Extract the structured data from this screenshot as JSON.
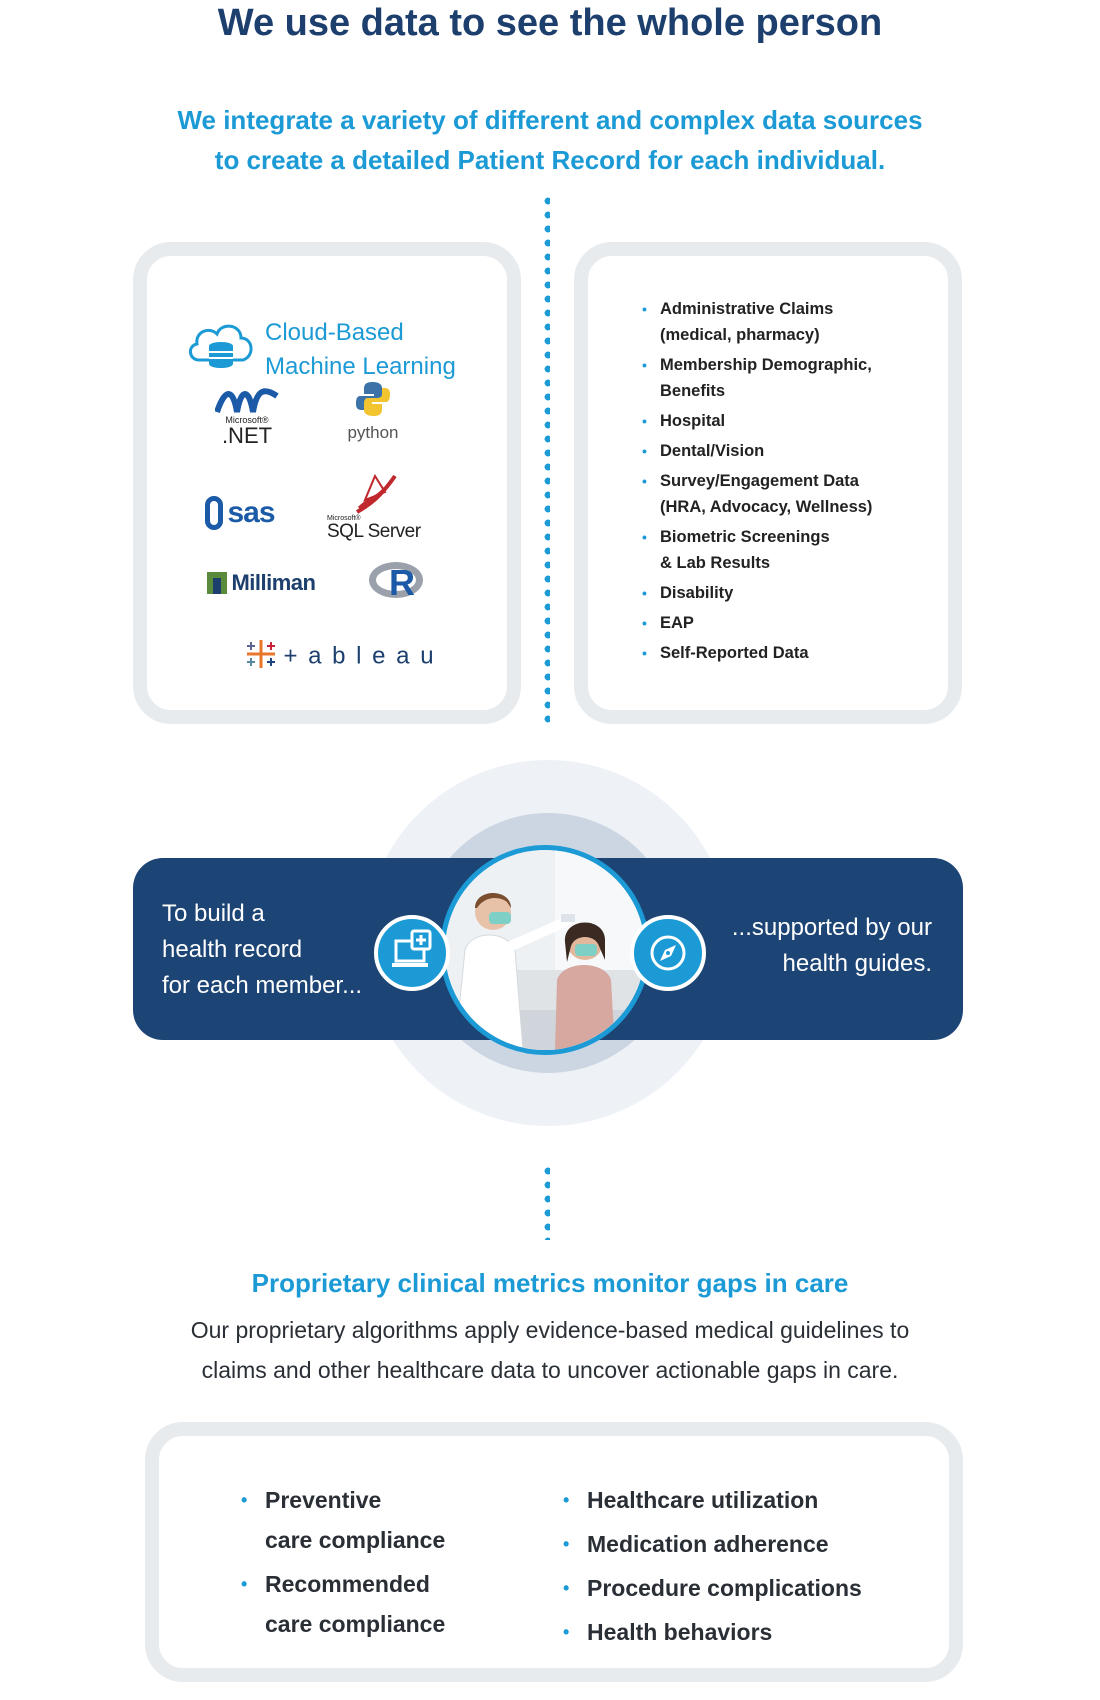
{
  "header": {
    "title": "We use data to see the whole person",
    "subtitle_line1": "We integrate a variety of different and complex data sources",
    "subtitle_line2": "to create a detailed Patient Record for each individual."
  },
  "tools_card": {
    "cloud_line1": "Cloud-Based",
    "cloud_line2": "Machine Learning",
    "logos": {
      "dotnet_small": "Microsoft®",
      "dotnet": ".NET",
      "python": "python",
      "sas": "sas",
      "sql_small": "Microsoft®",
      "sql": "SQL Server",
      "milliman": "Milliman",
      "r": "R",
      "tableau": "+ a b l e a u"
    }
  },
  "sources_card": {
    "items": [
      {
        "line1": "Administrative Claims",
        "line2": "(medical, pharmacy)"
      },
      {
        "line1": "Membership Demographic,",
        "line2": "Benefits"
      },
      {
        "line1": "Hospital",
        "line2": ""
      },
      {
        "line1": "Dental/Vision",
        "line2": ""
      },
      {
        "line1": "Survey/Engagement Data",
        "line2": "(HRA, Advocacy, Wellness)"
      },
      {
        "line1": "Biometric Screenings",
        "line2": "& Lab Results"
      },
      {
        "line1": "Disability",
        "line2": ""
      },
      {
        "line1": "EAP",
        "line2": ""
      },
      {
        "line1": "Self-Reported Data",
        "line2": ""
      }
    ]
  },
  "banner": {
    "left_line1": "To build a",
    "left_line2": "health record",
    "left_line3": "for each member...",
    "right_line1": "...supported by our",
    "right_line2": "health guides.",
    "left_icon": "laptop-plus-icon",
    "right_icon": "compass-icon",
    "photo": "clinician taking temperature of patient"
  },
  "metrics": {
    "heading": "Proprietary clinical metrics monitor gaps in care",
    "body_line1": "Our proprietary algorithms apply evidence-based medical guidelines to",
    "body_line2": "claims and other healthcare data to uncover actionable gaps in care.",
    "left_items": [
      {
        "line1": "Preventive",
        "line2": "care compliance"
      },
      {
        "line1": "Recommended",
        "line2": "care compliance"
      }
    ],
    "right_items": [
      "Healthcare utilization",
      "Medication adherence",
      "Procedure complications",
      "Health behaviors"
    ]
  },
  "colors": {
    "navy": "#1d3f6e",
    "accent_blue": "#1b9ad6",
    "banner": "#1c4475",
    "card_border": "#e8ebee"
  }
}
